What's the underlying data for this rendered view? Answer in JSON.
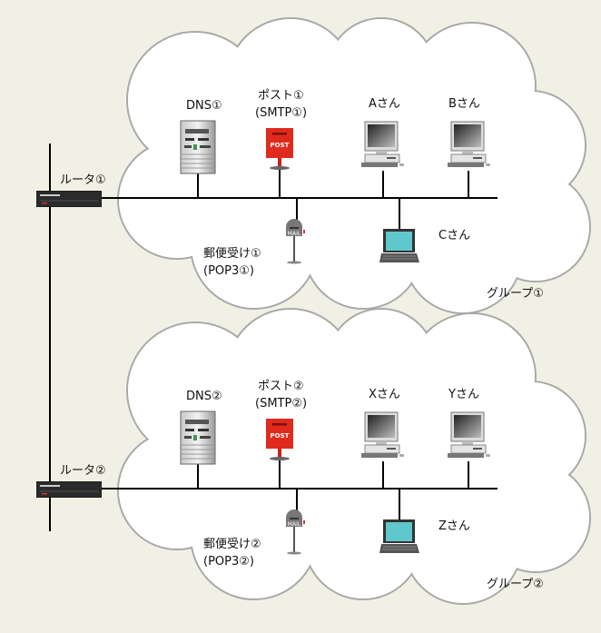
{
  "colors": {
    "background": "#f1f0e4",
    "cloud": "#ffffff",
    "cloud_outline": "#a8a8a8",
    "line": "#000000",
    "post": "#e02a1e",
    "laptop_screen": "#5ec8cc"
  },
  "groups": [
    {
      "name": "グループ①",
      "router": "ルータ①",
      "dns": "DNS①",
      "post": "ポスト①",
      "smtp": "(SMTP①)",
      "mailbox": "郵便受け①",
      "pop3": "(POP3①)",
      "pc1": "Aさん",
      "pc2": "Bさん",
      "laptop": "Cさん"
    },
    {
      "name": "グループ②",
      "router": "ルータ②",
      "dns": "DNS②",
      "post": "ポスト②",
      "smtp": "(SMTP②)",
      "mailbox": "郵便受け②",
      "pop3": "(POP3②)",
      "pc1": "Xさん",
      "pc2": "Yさん",
      "laptop": "Zさん"
    }
  ],
  "icon_text": {
    "post": "POST",
    "mail": "MAIL"
  }
}
